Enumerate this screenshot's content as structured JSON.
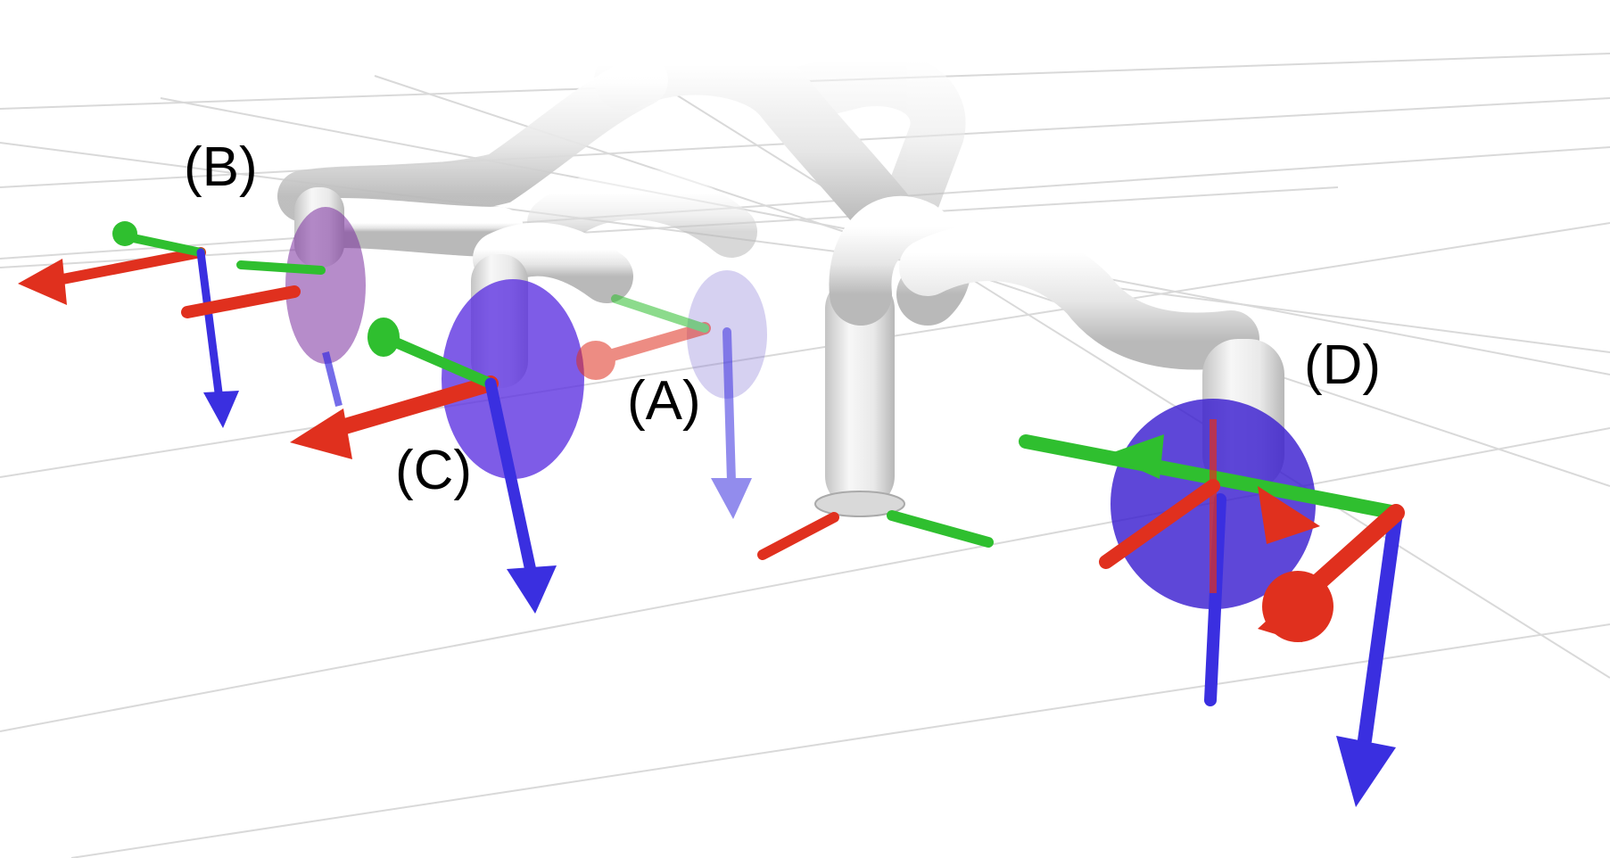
{
  "labels": {
    "a": "(A)",
    "b": "(B)",
    "c": "(C)",
    "d": "(D)"
  },
  "colors": {
    "x_axis": "#e0301e",
    "y_axis": "#2fbf2f",
    "z_axis": "#3a2fe0",
    "rotation_disc": "#5a2ee0",
    "robot_link": "#e9e9e9",
    "robot_shadow": "#b8b8b8",
    "grid": "#d9d9d9"
  },
  "icons": {
    "frame_marker": "xyz-axis-triad",
    "robot": "seven-dof-arm"
  }
}
